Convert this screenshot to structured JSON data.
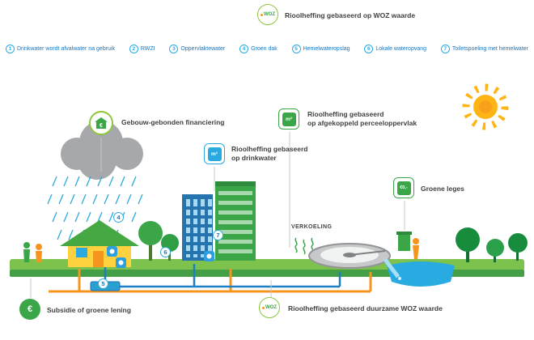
{
  "header": {
    "badge": "WOZ",
    "label": "Rioolheffing gebaseerd op WOZ waarde"
  },
  "legend": {
    "items": [
      {
        "num": "1",
        "label": "Drinkwater wordt afvalwater na gebruik"
      },
      {
        "num": "2",
        "label": "RWZI"
      },
      {
        "num": "3",
        "label": "Oppervlaktewater"
      },
      {
        "num": "4",
        "label": "Groen dak"
      },
      {
        "num": "5",
        "label": "Hemelwateropslag"
      },
      {
        "num": "6",
        "label": "Lokale wateropvang"
      },
      {
        "num": "7",
        "label": "Toiletspoeling met hemelwater"
      }
    ]
  },
  "callouts": {
    "financiering": {
      "icon": "€",
      "label": "Gebouw-gebonden financiering"
    },
    "m3": {
      "badge": "m³",
      "line1": "Rioolheffing gebaseerd",
      "line2": "op drinkwater"
    },
    "m2": {
      "badge": "m²",
      "line1": "Rioolheffing gebaseerd",
      "line2": "op afgekoppeld perceeloppervlak"
    },
    "leges": {
      "badge": "€0,-",
      "label": "Groene leges"
    },
    "subsidie": {
      "icon": "€",
      "label": "Subsidie of groene lening"
    },
    "woz_duurzaam": {
      "badge": "WOZ",
      "label": "Rioolheffing gebaseerd duurzame WOZ waarde"
    }
  },
  "scene": {
    "verkoeling": "VERKOELING",
    "markers": [
      "4",
      "5",
      "6",
      "7"
    ]
  },
  "colors": {
    "green": "#3aa648",
    "light_green": "#8dc63f",
    "blue": "#29abe2",
    "dark_blue": "#1b75bc",
    "orange": "#f7941e",
    "text": "#414042"
  }
}
